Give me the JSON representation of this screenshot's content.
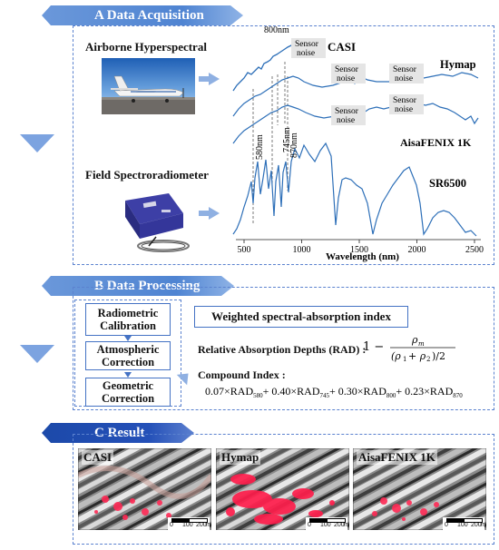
{
  "section_a": {
    "title": "A   Data Acquisition",
    "airborne_label": "Airborne Hyperspectral",
    "field_label": "Field Spectroradiometer"
  },
  "chart": {
    "curves": {
      "casi": "CASI",
      "hymap": "Hymap",
      "aisa": "AisaFENIX 1K",
      "sr": "SR6500"
    },
    "annotations": {
      "nm800": "800nm",
      "nm580": "580nm",
      "nm745": "745nm",
      "nm870": "870nm"
    },
    "sensor_noise": [
      "Sensor",
      "noise"
    ],
    "xticks": [
      "500",
      "1000",
      "1500",
      "2000",
      "2500"
    ],
    "xlabel": "Wavelength (nm)"
  },
  "section_b": {
    "title": "B   Data Processing",
    "steps": [
      {
        "line1": "Radiometric",
        "line2": "Calibration"
      },
      {
        "line1": "Atmospheric",
        "line2": "Correction"
      },
      {
        "line1": "Geometric",
        "line2": "Correction"
      }
    ],
    "index_title": "Weighted spectral-absorption index",
    "rad_label": "Relative Absorption Depths (RAD) :",
    "compound_label": "Compound Index :"
  },
  "section_c": {
    "title": "C   Result",
    "maps": [
      "CASI",
      "Hymap",
      "AisaFENIX 1K"
    ],
    "scale_ticks": [
      "0",
      "100",
      "200"
    ],
    "scale_unit": "m"
  },
  "colors": {
    "arrow": "#5b82cf",
    "header_a": "#5b8bd6",
    "header_c": "#1f4db0",
    "box": "#4472c4"
  }
}
